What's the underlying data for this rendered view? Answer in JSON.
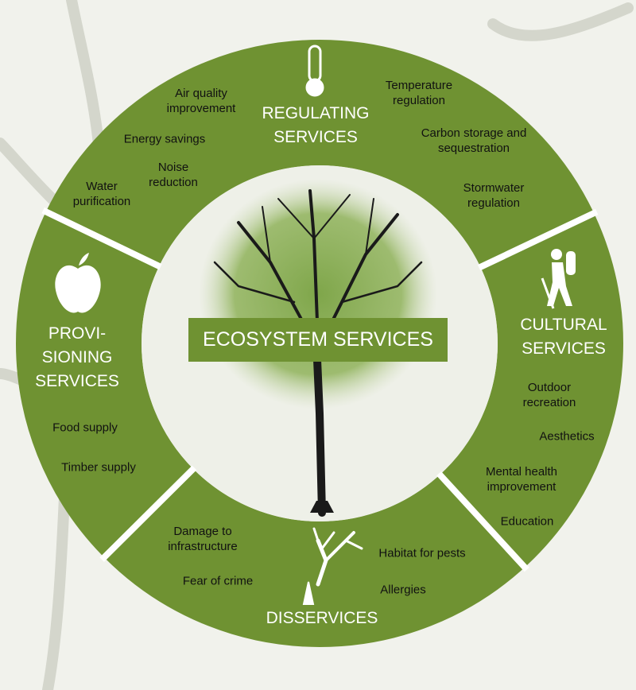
{
  "center": {
    "label": "ECOSYSTEM SERVICES"
  },
  "colors": {
    "ring": "#6f9232",
    "divider": "#ffffff",
    "background": "#f1f2ec"
  },
  "sections": {
    "regulating": {
      "title_line1": "REGULATING",
      "title_line2": "SERVICES",
      "icon": "thermometer-icon",
      "items": [
        "Air quality improvement",
        "Energy savings",
        "Noise reduction",
        "Water purification",
        "Temperature regulation",
        "Carbon storage and sequestration",
        "Stormwater regulation"
      ]
    },
    "cultural": {
      "title_line1": "CULTURAL",
      "title_line2": "SERVICES",
      "icon": "hiker-icon",
      "items": [
        "Outdoor recreation",
        "Aesthetics",
        "Mental health improvement",
        "Education"
      ]
    },
    "disservices": {
      "title": "DISSERVICES",
      "icon": "dead-tree-icon",
      "items": [
        "Damage to infrastructure",
        "Fear of crime",
        "Habitat for pests",
        "Allergies"
      ]
    },
    "provisioning": {
      "title_line1": "PROVI-",
      "title_line2": "SIONING",
      "title_line3": "SERVICES",
      "icon": "apple-icon",
      "items": [
        "Food supply",
        "Timber supply"
      ]
    }
  }
}
